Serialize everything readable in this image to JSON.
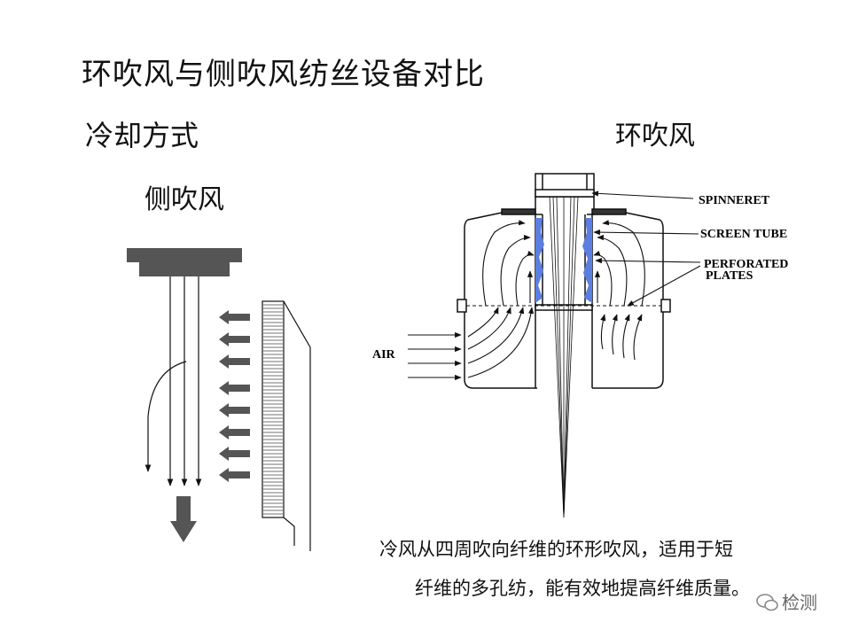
{
  "title": "环吹风与侧吹风纺丝设备对比",
  "cooling_method": "冷却方式",
  "side_blow": {
    "label": "侧吹风"
  },
  "ring_blow": {
    "label": "环吹风",
    "labels": {
      "spinneret": "SPINNERET",
      "screen_tube": "SCREEN TUBE",
      "perforated_1": "PERFORATED",
      "perforated_2": "PLATES",
      "air": "AIR"
    },
    "filter_color": "#5b7fe0"
  },
  "caption": {
    "line1": "冷风从四周吹向纤维的环形吹风，适用于短",
    "line2": "纤维的多孔纺，能有效地提高纤维质量。"
  },
  "watermark": {
    "text": "检测",
    "icon": "wechat-icon"
  },
  "colors": {
    "dark_gray": "#555555",
    "line": "#111111"
  }
}
